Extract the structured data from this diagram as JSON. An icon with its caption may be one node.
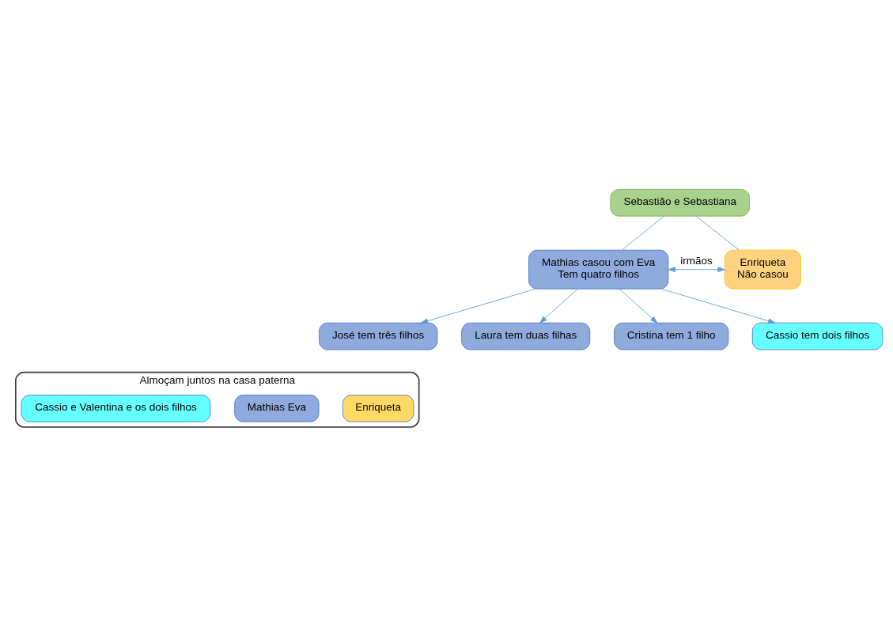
{
  "diagram": {
    "nodes": [
      {
        "text": [
          "Sebastião e Sebastiana"
        ]
      },
      {
        "text": [
          "Mathias casou com Eva",
          "Tem quatro filhos"
        ]
      },
      {
        "text": [
          "Enriqueta",
          "Não casou"
        ]
      },
      {
        "text": [
          "José tem três filhos"
        ]
      },
      {
        "text": [
          "Laura tem duas filhas"
        ]
      },
      {
        "text": [
          "Cristina tem 1 filho"
        ]
      },
      {
        "text": [
          "Cassio tem dois filhos"
        ]
      },
      {
        "text": [
          "Almoçam juntos na casa paterna"
        ]
      },
      {
        "text": [
          "Enriqueta"
        ],
        "in": 7
      },
      {
        "text": [
          "Mathias Eva"
        ],
        "in": 7
      },
      {
        "text": [
          "Cassio e Valentina e os dois filhos"
        ],
        "in": 7
      }
    ],
    "edges": [
      {
        "from": 0,
        "to": 1,
        "arrow": "none"
      },
      {
        "from": 0,
        "to": 2,
        "arrow": "none"
      },
      {
        "from": 1,
        "to": 2,
        "arrow": "both",
        "label": "irmãos"
      },
      {
        "from": 1,
        "to": 3,
        "arrow": "to"
      },
      {
        "from": 1,
        "to": 4,
        "arrow": "to"
      },
      {
        "from": 1,
        "to": 5,
        "arrow": "to"
      },
      {
        "from": 1,
        "to": 6,
        "arrow": "to"
      }
    ]
  }
}
